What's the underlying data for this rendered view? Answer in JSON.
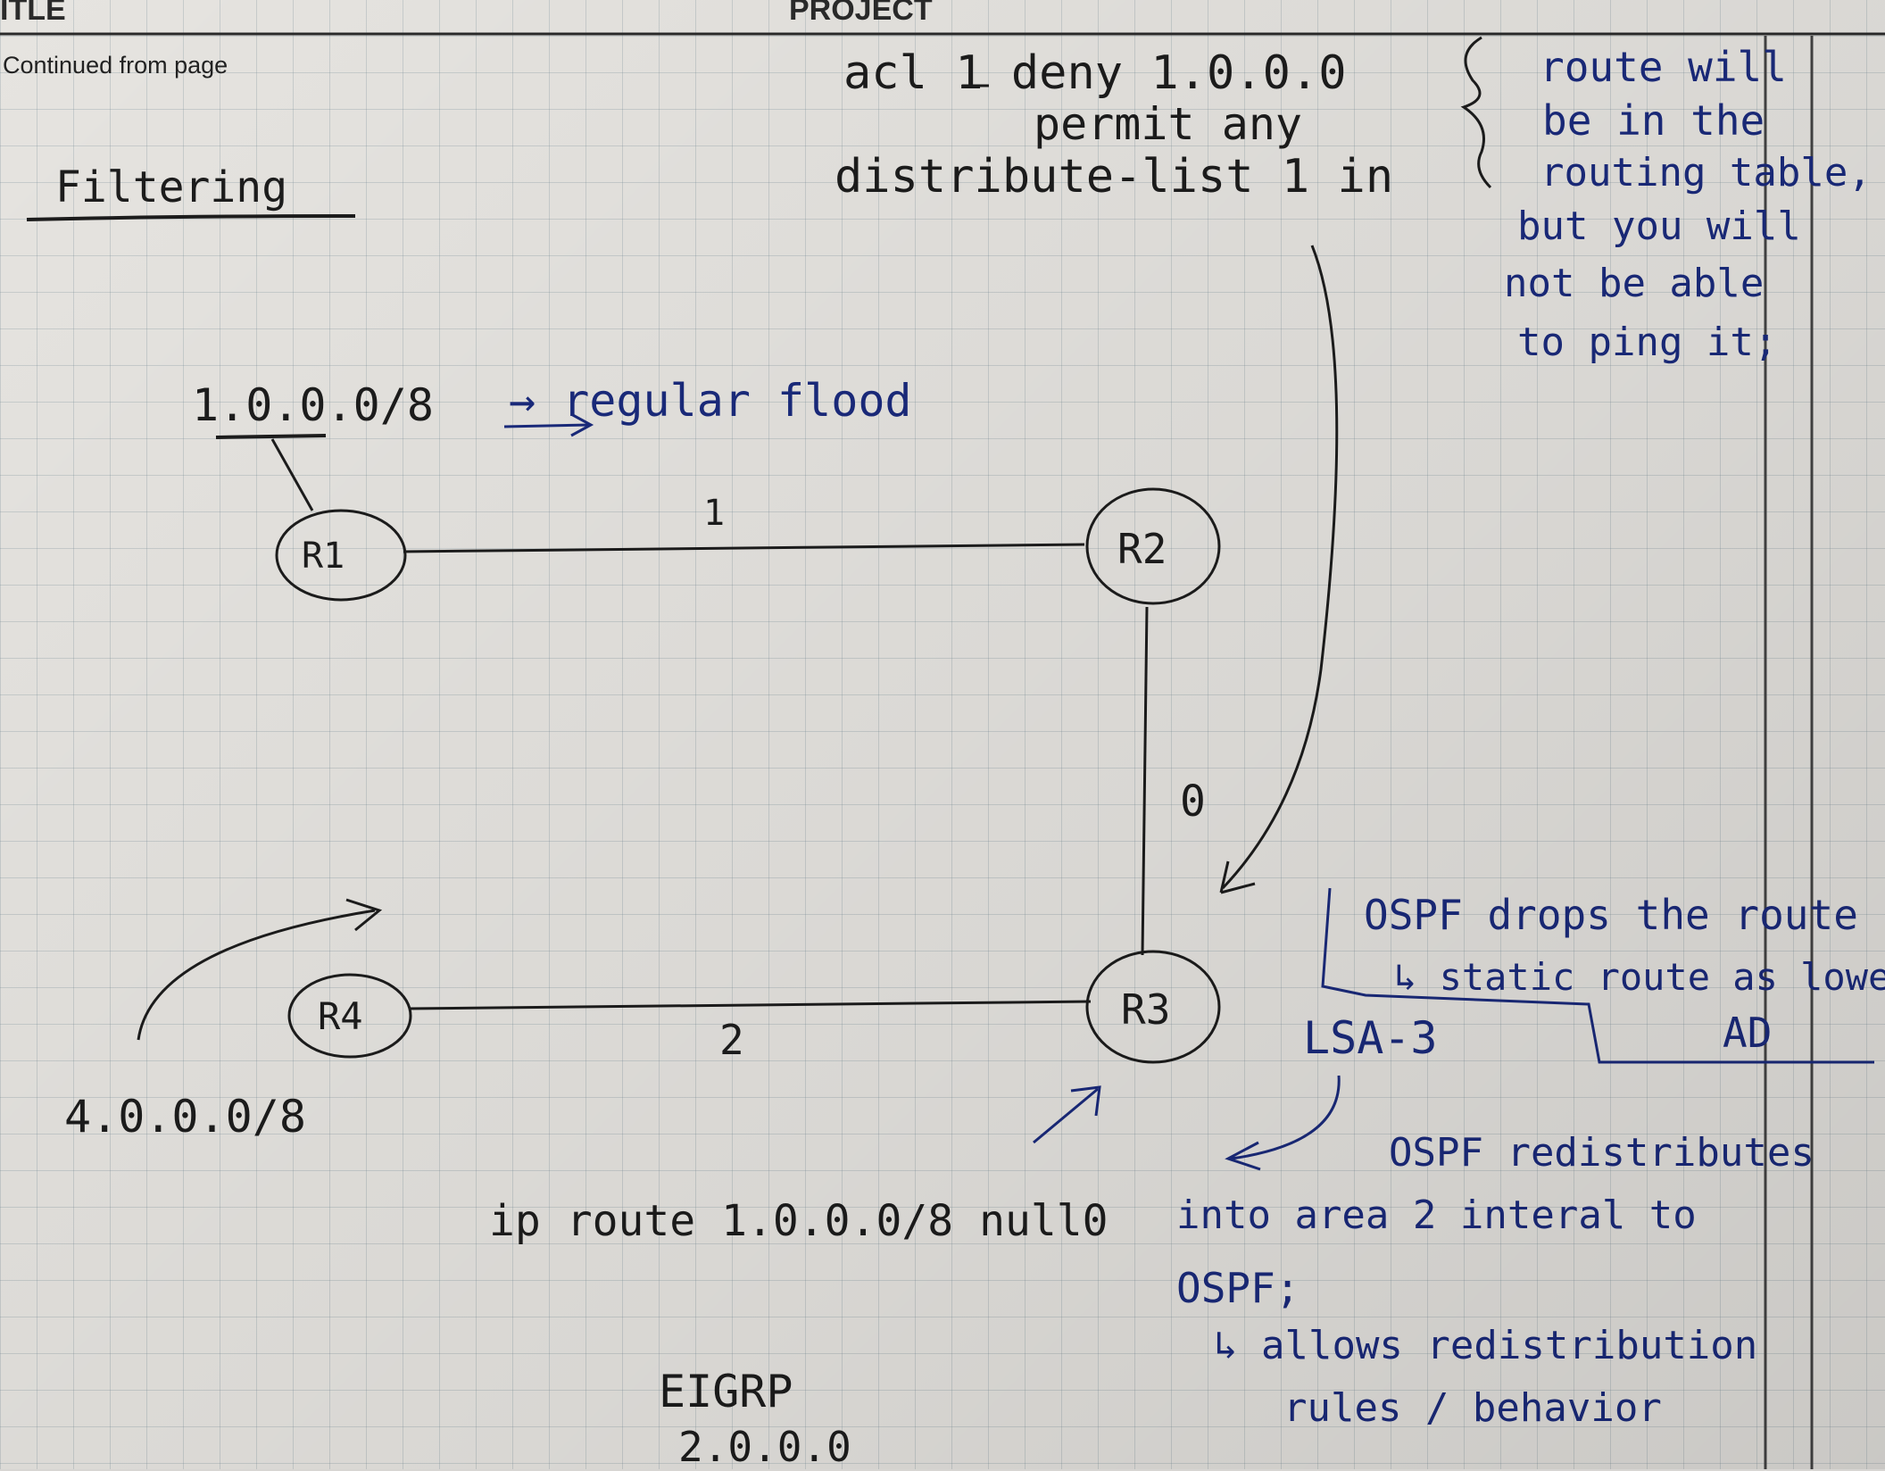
{
  "header": {
    "title_label": "ITLE",
    "project_label": "PROJECT",
    "continued": "Continued from page"
  },
  "notes": {
    "heading": "Filtering",
    "acl_line": "acl 1 deny 1.0.0.0",
    "permit_line": "permit any",
    "distribute_line": "distribute-list 1 in",
    "side_note": [
      "route will",
      "be in the",
      "routing table,",
      "but you will",
      "not be able",
      "to ping it;"
    ],
    "r1_network": "1.0.0.0/8",
    "flood_note": "→ regular flood",
    "r4_network": "4.0.0.0/8",
    "static_route": "ip route 1.0.0.0/8 null0",
    "ospf_drop": [
      "OSPF drops the route",
      "↳ static route as lower",
      "AD"
    ],
    "lsa": "LSA-3",
    "redistribute": [
      "OSPF redistributes",
      "into area 2 interal to",
      "OSPF;",
      "↳ allows redistribution",
      "rules / behavior"
    ],
    "eigrp": [
      "EIGRP",
      "2.0.0.0"
    ]
  },
  "diagram": {
    "routers": [
      "R1",
      "R2",
      "R3",
      "R4"
    ],
    "links": [
      {
        "from": "R1",
        "to": "R2",
        "label": "1"
      },
      {
        "from": "R2",
        "to": "R3",
        "label": "0"
      },
      {
        "from": "R4",
        "to": "R3",
        "label": "2"
      }
    ]
  },
  "colors": {
    "ink_black": "#1c1c1c",
    "ink_blue": "#1a2a7c",
    "paper": "#e6e4e0"
  }
}
